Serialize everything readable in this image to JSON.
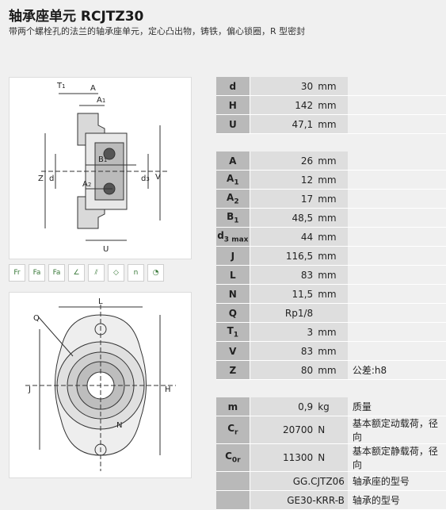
{
  "title": "轴承座单元 RCJTZ30",
  "subtitle": "带两个螺栓孔的法兰的轴承座单元，定心凸出物，铸铁，偏心锁圈，R 型密封",
  "figure_section_labels": {
    "T1": "T",
    "T1_sub": "1",
    "A": "A",
    "A1": "A",
    "A1_sub": "1",
    "Z": "Z",
    "d": "d",
    "B1": "B",
    "B1_sub": "1",
    "A2": "A",
    "A2_sub": "2",
    "d3": "d",
    "d3_sub": "3",
    "V": "V",
    "U": "U"
  },
  "figure_front_labels": {
    "L": "L",
    "Q": "Q",
    "J": "J",
    "N": "N",
    "H": "H"
  },
  "symbols": [
    {
      "name": "radial-load-icon",
      "label": "Fr"
    },
    {
      "name": "axial-load-left-icon",
      "label": "Fa"
    },
    {
      "name": "axial-load-right-icon",
      "label": "Fa"
    },
    {
      "name": "angle-icon",
      "label": "∠"
    },
    {
      "name": "tilt-icon",
      "label": "⫽"
    },
    {
      "name": "misalignment-icon",
      "label": "◇"
    },
    {
      "name": "speed-icon",
      "label": "n"
    },
    {
      "name": "lubrication-icon",
      "label": "◔"
    }
  ],
  "specs": [
    {
      "sym": "d",
      "sub": "",
      "val": "30",
      "unit": "mm",
      "note": ""
    },
    {
      "sym": "H",
      "sub": "",
      "val": "142",
      "unit": "mm",
      "note": ""
    },
    {
      "sym": "U",
      "sub": "",
      "val": "47,1",
      "unit": "mm",
      "note": ""
    },
    {
      "gap": true
    },
    {
      "sym": "A",
      "sub": "",
      "val": "26",
      "unit": "mm",
      "note": ""
    },
    {
      "sym": "A",
      "sub": "1",
      "val": "12",
      "unit": "mm",
      "note": ""
    },
    {
      "sym": "A",
      "sub": "2",
      "val": "17",
      "unit": "mm",
      "note": ""
    },
    {
      "sym": "B",
      "sub": "1",
      "val": "48,5",
      "unit": "mm",
      "note": ""
    },
    {
      "sym": "d",
      "sub": "3 max",
      "val": "44",
      "unit": "mm",
      "note": ""
    },
    {
      "sym": "J",
      "sub": "",
      "val": "116,5",
      "unit": "mm",
      "note": ""
    },
    {
      "sym": "L",
      "sub": "",
      "val": "83",
      "unit": "mm",
      "note": ""
    },
    {
      "sym": "N",
      "sub": "",
      "val": "11,5",
      "unit": "mm",
      "note": ""
    },
    {
      "sym": "Q",
      "sub": "",
      "val": "Rp1/8",
      "unit": "",
      "note": ""
    },
    {
      "sym": "T",
      "sub": "1",
      "val": "3",
      "unit": "mm",
      "note": ""
    },
    {
      "sym": "V",
      "sub": "",
      "val": "83",
      "unit": "mm",
      "note": ""
    },
    {
      "sym": "Z",
      "sub": "",
      "val": "80",
      "unit": "mm",
      "note": "公差:h8"
    },
    {
      "gap": true
    },
    {
      "sym": "m",
      "sub": "",
      "val": "0,9",
      "unit": "kg",
      "note": "质量"
    },
    {
      "sym": "C",
      "sub": "r",
      "val": "20700",
      "unit": "N",
      "note": "基本额定动载荷，径向"
    },
    {
      "sym": "C",
      "sub": "0r",
      "val": "11300",
      "unit": "N",
      "note": "基本额定静载荷，径向"
    },
    {
      "sym": "",
      "sub": "",
      "val": "GG.CJTZ06",
      "unit": "",
      "note": "轴承座的型号",
      "wide": true
    },
    {
      "sym": "",
      "sub": "",
      "val": "GE30-KRR-B",
      "unit": "",
      "note": "轴承的型号",
      "wide": true
    }
  ]
}
